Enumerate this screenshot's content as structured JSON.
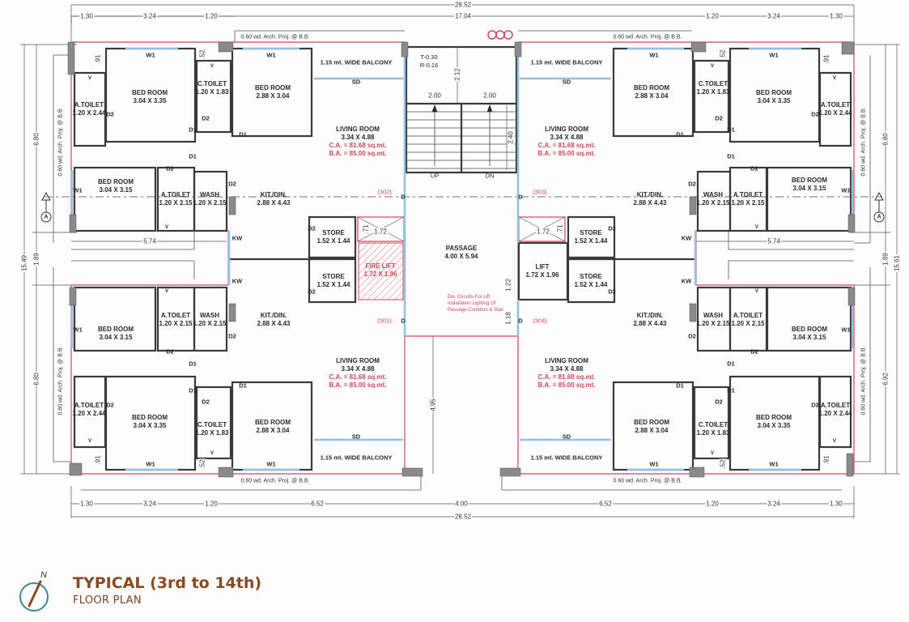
{
  "title": {
    "main": "TYPICAL (3rd to 14th)",
    "sub": "FLOOR PLAN",
    "north_label": "N",
    "color": "#8a4a22",
    "compass_color": "#3b8a8f"
  },
  "colors": {
    "wall": "#3a3a3a",
    "outline_red": "#d2475a",
    "window_blue": "#8fc3e6",
    "column_grey": "#8a8a8a"
  },
  "dimensions": {
    "top_total": "28.52",
    "top_inner": "17.04",
    "top_left": [
      "1.30",
      "3.24",
      "1.20"
    ],
    "top_right": [
      "1.20",
      "3.24",
      "1.30"
    ],
    "bottom_left": [
      "1.30",
      "3.24",
      "1.20",
      "6.52"
    ],
    "bottom_center": "4.00",
    "bottom_right": [
      "6.52",
      "1.20",
      "3.24",
      "1.30"
    ],
    "bottom_total": "28.52",
    "left_total": "15.49",
    "left_upper": "6.80",
    "left_mid": "1.89",
    "left_lower": "6.80",
    "right_total": "15.61",
    "right_upper": "6.80",
    "right_mid": "1.89",
    "right_lower": "6.92",
    "side_5_74_left": "5.74",
    "side_5_74_right": "5.74",
    "stair_2_12": "2.12",
    "stair_2_40": "2.40",
    "stair_w1": "2.00",
    "stair_w2": "2.00",
    "lift_1_22": "1.22",
    "lift_1_18": "1.18",
    "court_4_95": "4.95",
    "d_91": ".91",
    "d_52": ".52",
    "d_71": ".71",
    "d_172": "1.72"
  },
  "projection_label": "0.60 wd. Arch. Proj. @ B.B.",
  "section_marker": "A",
  "stair": {
    "tread": "T-0.30",
    "riser": "R-0.16",
    "up": "UP",
    "down": "DN"
  },
  "core": {
    "passage": {
      "name": "PASSAGE",
      "size": "4.00 X 5.94"
    },
    "fire_lift": {
      "name": "FIRE LIFT",
      "size": "1.72 X 1.96"
    },
    "lift": {
      "name": "LIFT",
      "size": "1.72 X 1.96"
    },
    "electrical_note": [
      "Ele. Circuits For Lift",
      "Installation Lighting Of",
      "Passage,Corridors & Stair"
    ]
  },
  "flats": [
    {
      "id": "(302)",
      "living": {
        "name": "LIVING ROOM",
        "size": "3.34 X 4.88",
        "ca": "C.A. = 81.68 sq.mt.",
        "ba": "B.A. = 85.00 sq.mt."
      }
    },
    {
      "id": "(303)",
      "living": {
        "name": "LIVING ROOM",
        "size": "3.34 X 4.88",
        "ca": "C.A. = 81.68 sq.mt.",
        "ba": "B.A. = 85.00 sq.mt."
      }
    },
    {
      "id": "(301)",
      "living": {
        "name": "LIVING ROOM",
        "size": "3.34 X 4.88",
        "ca": "C.A. = 81.68 sq.mt.",
        "ba": "B.A. = 85.00 sq.mt."
      }
    },
    {
      "id": "(304)",
      "living": {
        "name": "LIVING ROOM",
        "size": "3.34 X 4.88",
        "ca": "C.A. = 81.68 sq.mt.",
        "ba": "B.A. = 85.00 sq.mt."
      }
    }
  ],
  "rooms": {
    "bed_335": {
      "name": "BED ROOM",
      "size": "3.04 X 3.35"
    },
    "bed_304": {
      "name": "BED ROOM",
      "size": "2.88 X 3.04"
    },
    "bed_315": {
      "name": "BED ROOM",
      "size": "3.04 X 3.15"
    },
    "c_toilet": {
      "name": "C.TOILET",
      "size": "1.20 X 1.83"
    },
    "a_toilet_244": {
      "name": "A.TOILET",
      "size": "1.20 X 2.44"
    },
    "a_toilet_215": {
      "name": "A.TOILET",
      "size": "1.20 X 2.15"
    },
    "wash": {
      "name": "WASH",
      "size": "1.20 X 2.15"
    },
    "kit": {
      "name": "KIT./DIN.",
      "size": "2.88 X 4.43"
    },
    "store": {
      "name": "STORE",
      "size": "1.52 X 1.44"
    },
    "balcony": "1.15 mt. WIDE BALCONY"
  },
  "tags": {
    "w1": "W1",
    "d1": "D1",
    "d2": "D2",
    "v": "V",
    "sd": "SD",
    "kw": "KW",
    "d": "D"
  }
}
